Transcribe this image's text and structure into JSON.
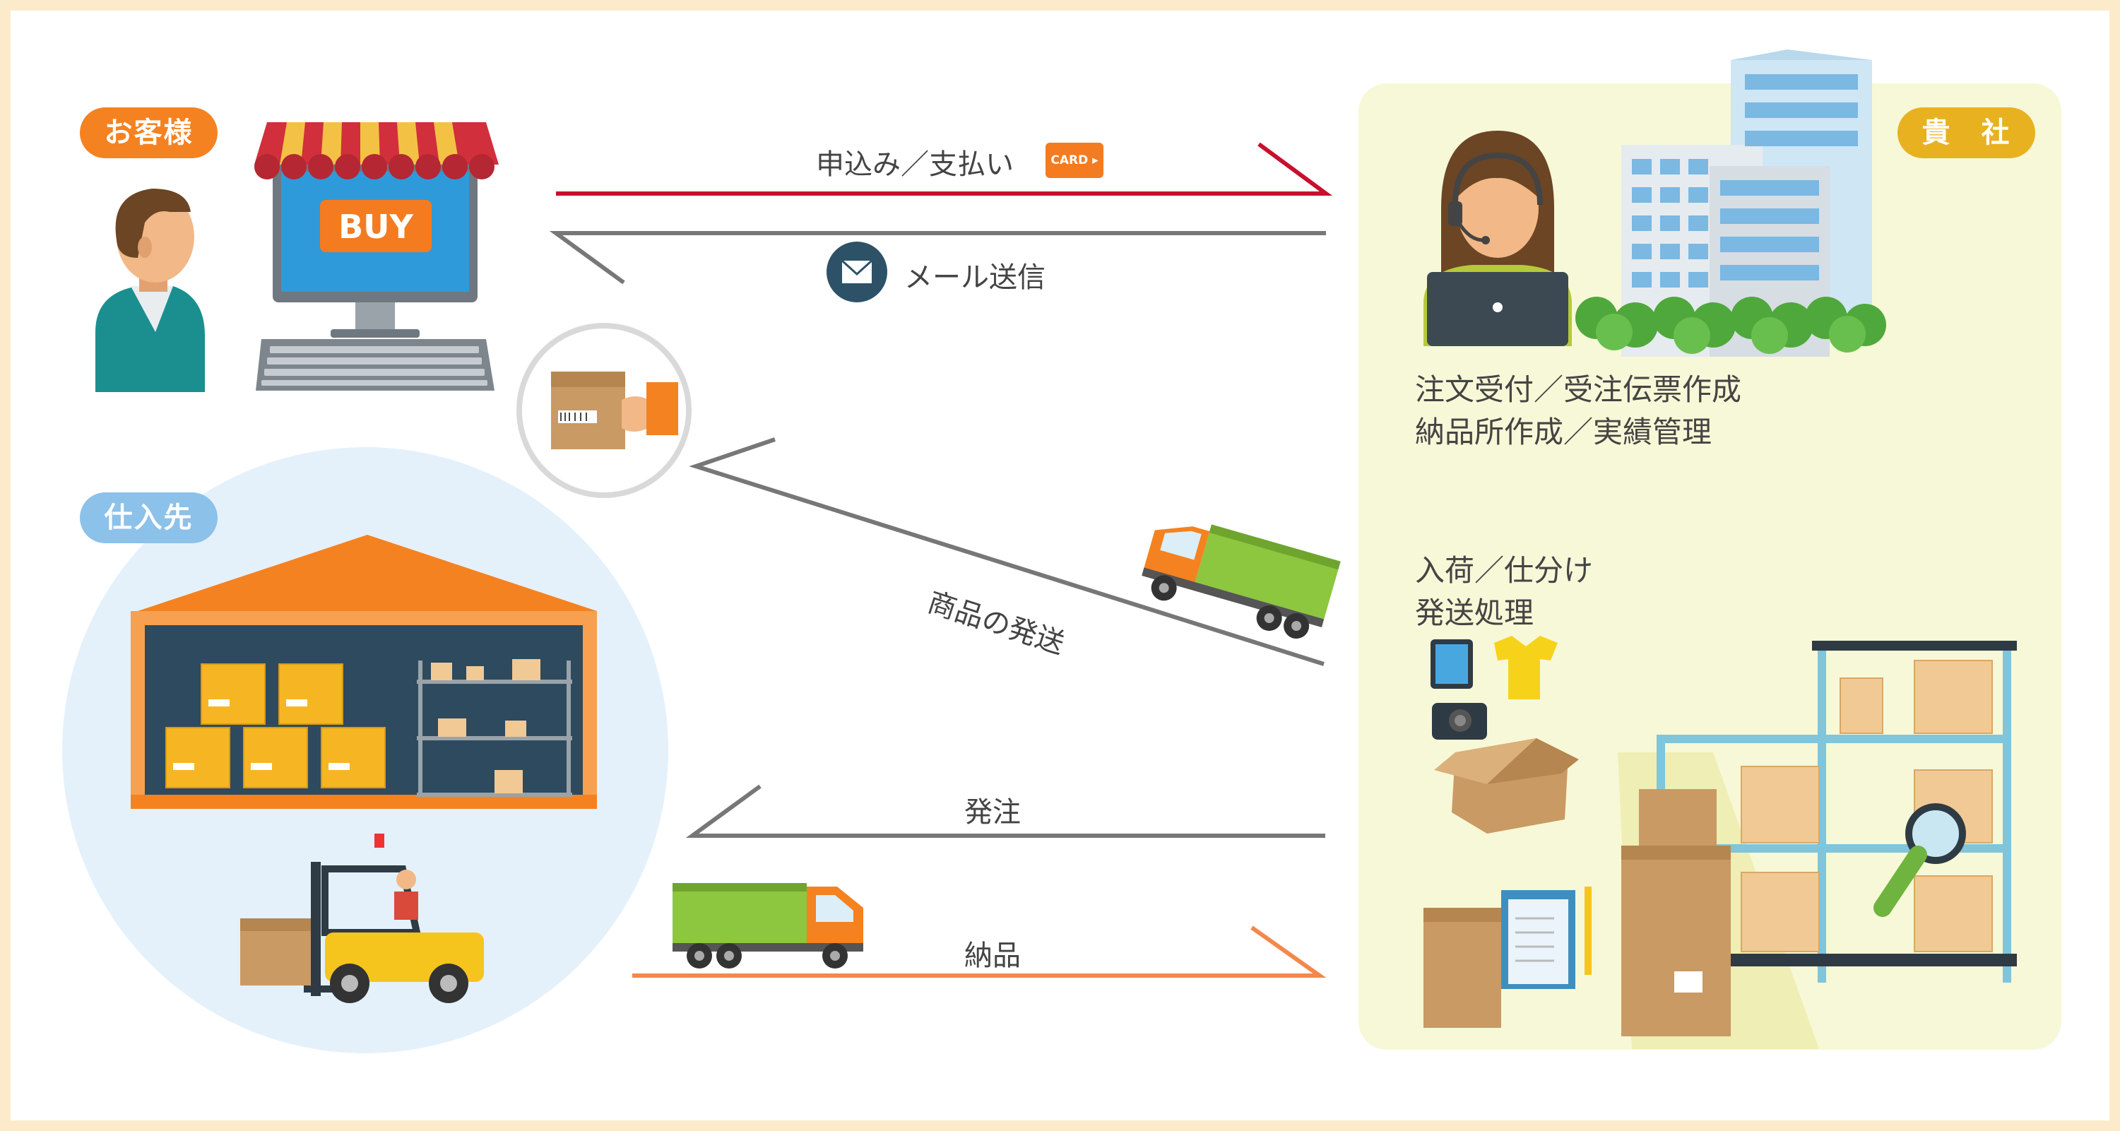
{
  "customer": {
    "badge": "お客様",
    "buy_label": "BUY"
  },
  "supplier": {
    "badge": "仕入先"
  },
  "company": {
    "badge": "貴　社",
    "office_tasks": [
      "注文受付／受注伝票作成",
      "納品所作成／実績管理"
    ],
    "warehouse_tasks": [
      "入荷／仕分け",
      "発送処理"
    ]
  },
  "flows": {
    "application": "申込み／支払い",
    "card": "CARD ▸",
    "mail": "メール送信",
    "shipping": "商品の発送",
    "order": "発注",
    "delivery": "納品"
  },
  "colors": {
    "customer_badge": "#f58220",
    "company_badge": "#e8b11f",
    "supplier_badge": "#8cc1ea",
    "application_arrow": "#c8102e",
    "delivery_arrow": "#f4874b",
    "gray_arrow": "#777777",
    "company_panel": "#f7f8d7",
    "supplier_circle": "#e4f1fb"
  }
}
